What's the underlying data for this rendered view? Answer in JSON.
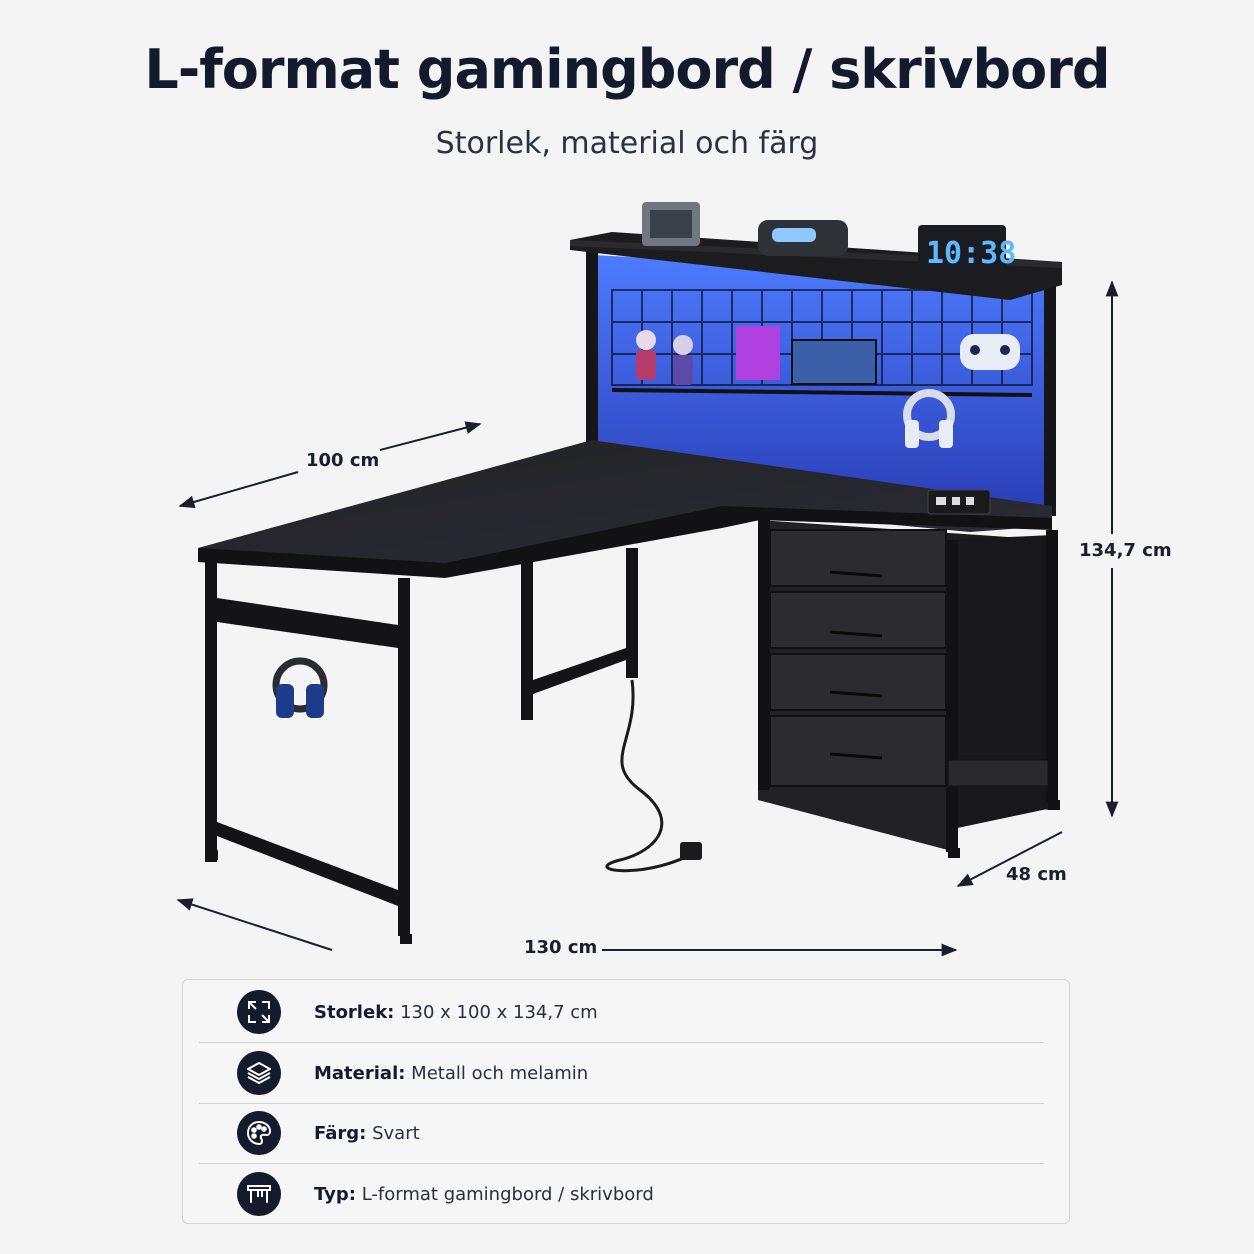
{
  "header": {
    "title": "L-format gamingbord / skrivbord",
    "subtitle": "Storlek, material och färg"
  },
  "illustration": {
    "clock_display": "10:38",
    "dimensions": {
      "depth_left": "100 cm",
      "height": "134,7 cm",
      "depth_right": "48 cm",
      "width": "130 cm"
    },
    "colors": {
      "led_glow": "#3d6bff",
      "desk_black": "#1a1a1c"
    }
  },
  "specs": [
    {
      "icon": "resize-arrows-icon",
      "label": "Storlek:",
      "value": "130 x 100 x 134,7 cm"
    },
    {
      "icon": "layers-icon",
      "label": "Material:",
      "value": "Metall och melamin"
    },
    {
      "icon": "palette-icon",
      "label": "Färg:",
      "value": "Svart"
    },
    {
      "icon": "desk-icon",
      "label": "Typ:",
      "value": "L-format gamingbord / skrivbord"
    }
  ],
  "theme": {
    "badge_color": "#151a2d",
    "background": "#f4f4f4"
  }
}
